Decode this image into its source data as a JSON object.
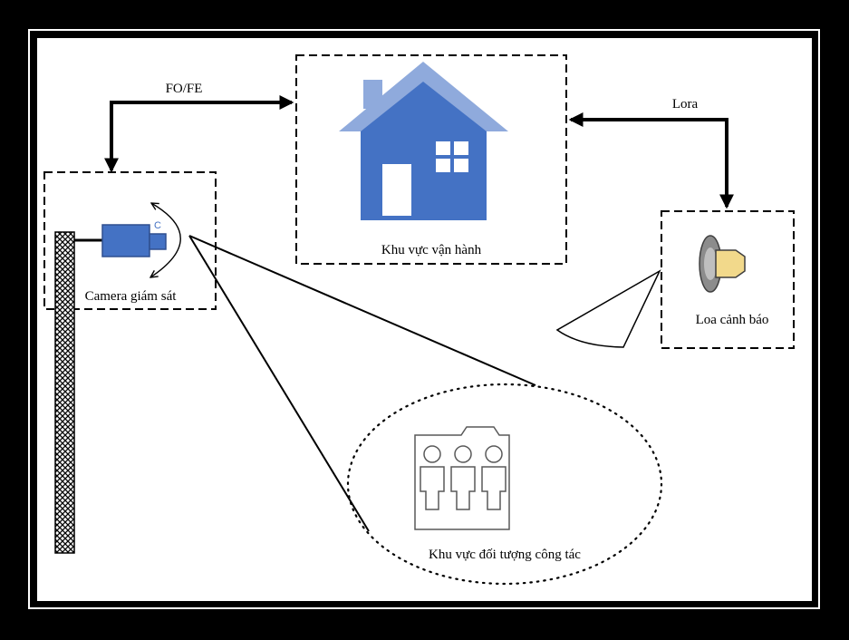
{
  "colors": {
    "frame": "#000000",
    "canvas": "#ffffff",
    "house_body": "#4472c4",
    "house_roof_light": "#8faadc",
    "camera_body": "#4472c4",
    "camera_stroke": "#2f4f8f",
    "speaker_gray": "#8c8c8c",
    "speaker_cone": "#f2d98b",
    "people_stroke": "#595959"
  },
  "links": {
    "fo_fe": "FO/FE",
    "lora": "Lora"
  },
  "zones": {
    "operation": "Khu vực vận hành",
    "camera": "Camera giám sát",
    "speaker": "Loa cảnh báo",
    "workers": "Khu vực đối tượng công tác"
  },
  "camera_mark": "C",
  "icons": {
    "house": "house-icon",
    "camera": "surveillance-camera-icon",
    "speaker": "speaker-icon",
    "people": "people-group-icon",
    "pole": "pole-icon"
  }
}
